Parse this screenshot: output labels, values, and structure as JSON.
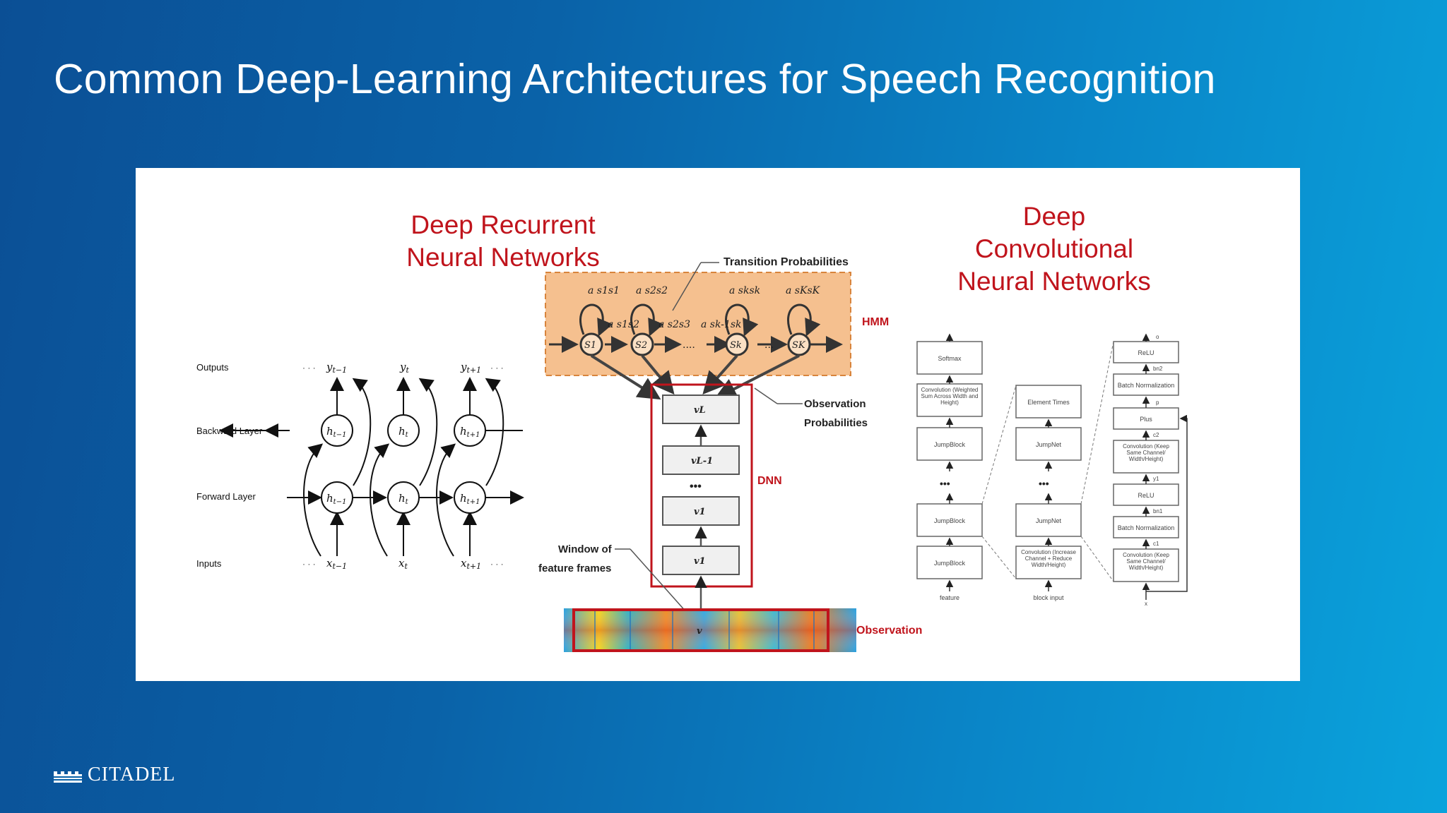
{
  "slide": {
    "title": "Common Deep-Learning Architectures for Speech Recognition",
    "logo_text": "CITADEL"
  },
  "rnn": {
    "title": "Deep Recurrent Neural Networks",
    "row_labels": [
      "Outputs",
      "Backward Layer",
      "Forward Layer",
      "Inputs"
    ],
    "outputs": [
      "y",
      "y",
      "y"
    ],
    "output_subs": [
      "t−1",
      "t",
      "t+1"
    ],
    "inputs": [
      "x",
      "x",
      "x"
    ],
    "input_subs": [
      "t−1",
      "t",
      "t+1"
    ],
    "backward_nodes": [
      "h",
      "h",
      "h"
    ],
    "forward_nodes": [
      "h",
      "h",
      "h"
    ],
    "node_subs": [
      "t−1",
      "t",
      "t+1"
    ],
    "ellipsis": "· · ·"
  },
  "hmm": {
    "transition_label": "Transition Probabilities",
    "observation_prob_label_1": "Observation",
    "observation_prob_label_2": "Probabilities",
    "hmm_label": "HMM",
    "dnn_label": "DNN",
    "window_label_1": "Window of",
    "window_label_2": "feature frames",
    "observation_label": "Observation",
    "states": [
      "S1",
      "S2",
      "Sk",
      "SK"
    ],
    "self_trans": [
      "a s1s1",
      "a s2s2",
      "a sksk",
      "a sKsK"
    ],
    "cross_trans": [
      "a s1s2",
      "a s2s3",
      "a sk-1sk"
    ],
    "dnn_layers": [
      "vL",
      "vL-1",
      "v1",
      "v1"
    ],
    "dots": "•••",
    "mid_dots": "....",
    "end_dots": "...",
    "obs_symbol": "v"
  },
  "cnn": {
    "title": "Deep Convolutional Neural Networks",
    "col1": [
      "Softmax",
      "Convolution (Weighted Sum Across Width and Height)",
      "JumpBlock",
      "JumpBlock",
      "JumpBlock"
    ],
    "col1_input": "feature",
    "col2": [
      "Element Times",
      "JumpNet",
      "JumpNet",
      "Convolution (Increase Channel + Reduce Width/Height)"
    ],
    "col2_input": "block input",
    "col3": [
      "ReLU",
      "Batch Normalization",
      "Plus",
      "Convolution (Keep Same Channel/ Width/Height)",
      "ReLU",
      "Batch Normalization",
      "Convolution (Keep Same Channel/ Width/Height)"
    ],
    "col3_edges": [
      "o",
      "bn2",
      "p",
      "c2",
      "y1",
      "bn1",
      "c1",
      "x"
    ],
    "dots": "•••"
  },
  "colors": {
    "accent_red": "#c0141c",
    "hmm_fill": "#f5c08f",
    "background_blue": "#0a62a8"
  }
}
